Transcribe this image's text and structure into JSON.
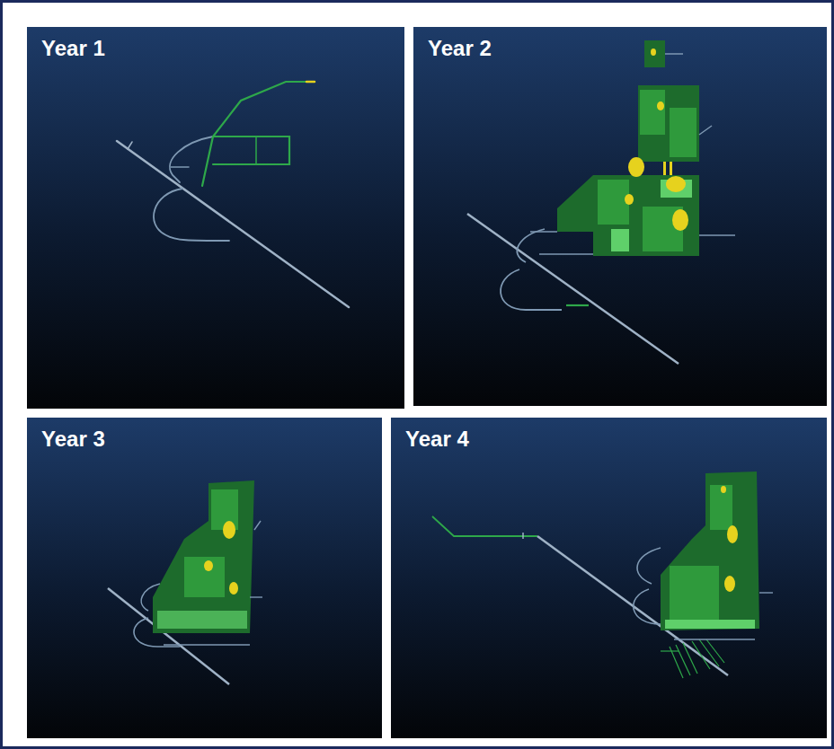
{
  "diagram": {
    "nodes": [
      {
        "text": [
          "Year 1"
        ]
      },
      {
        "text": [
          "Year 2"
        ]
      },
      {
        "text": [
          "Year 3"
        ]
      },
      {
        "text": [
          "Year 4"
        ]
      }
    ]
  }
}
